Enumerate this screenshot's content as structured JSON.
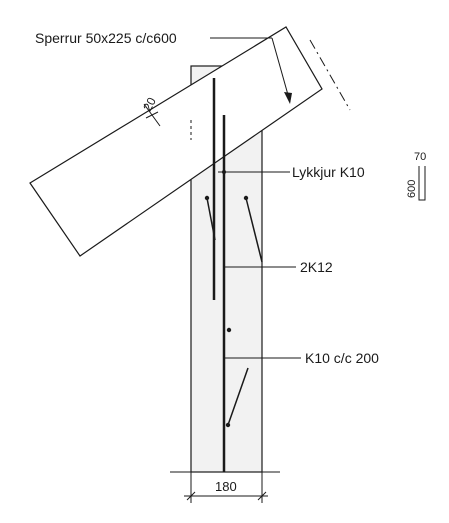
{
  "labels": {
    "rafter": "Sperrur 50x225 c/c600",
    "clearance": "20",
    "lap_bar": "Lykkjur K10",
    "main_bars": "2K12",
    "stirrups": "K10 c/c 200",
    "width": "180",
    "sec_h": "600",
    "sec_w": "70"
  },
  "colors": {
    "line": "#1a1a1a",
    "concrete_fill": "#f2f2f2"
  }
}
